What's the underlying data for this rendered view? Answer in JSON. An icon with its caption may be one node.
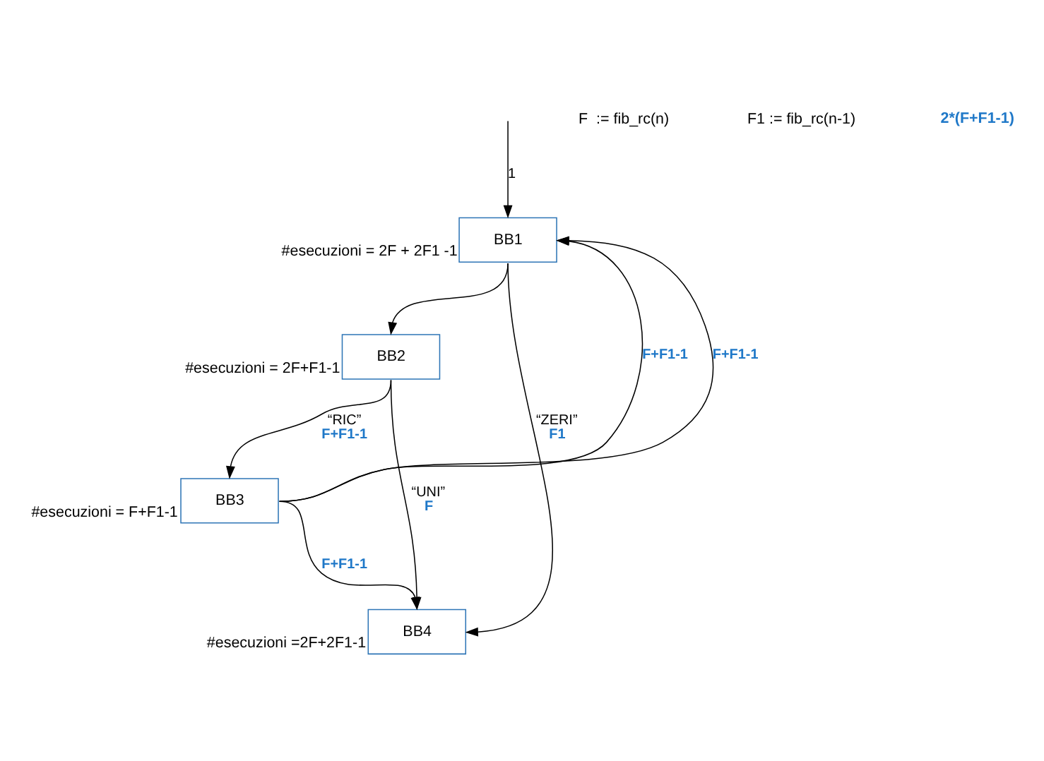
{
  "diagram": {
    "nodes": [
      {
        "text": [
          "BB1"
        ],
        "beside": [
          "#esecuzioni = 2F + 2F1 -1"
        ]
      },
      {
        "text": [
          "BB2"
        ],
        "beside": [
          "#esecuzioni = 2F+F1-1"
        ]
      },
      {
        "text": [
          "BB3"
        ],
        "beside": [
          "#esecuzioni = F+F1-1"
        ]
      },
      {
        "text": [
          "BB4"
        ],
        "beside": [
          "#esecuzioni =2F+2F1-1"
        ]
      }
    ],
    "edges": [
      {
        "from": null,
        "to": 0,
        "arrow": "to",
        "label": "1"
      },
      {
        "from": 0,
        "to": 1,
        "arrow": "to"
      },
      {
        "from": 0,
        "to": 3,
        "arrow": "to",
        "label": "“ZERI” F1"
      },
      {
        "from": 1,
        "to": 3,
        "arrow": "to",
        "label": "“UNI” F"
      },
      {
        "from": 1,
        "to": 2,
        "arrow": "to",
        "label": "“RIC” F+F1-1"
      },
      {
        "from": 2,
        "to": 3,
        "arrow": "to",
        "label": "F+F1-1"
      },
      {
        "from": 2,
        "to": 0,
        "arrow": "to",
        "label": "F+F1-1"
      },
      {
        "from": 2,
        "to": 0,
        "arrow": "to",
        "label": "F+F1-1"
      }
    ],
    "labels": [
      "F  := fib_rc(n)",
      "F1 := fib_rc(n-1)",
      "2*(F+F1-1)"
    ]
  }
}
